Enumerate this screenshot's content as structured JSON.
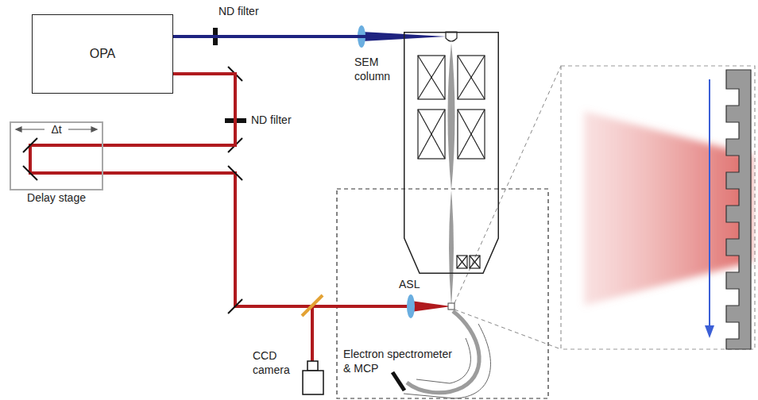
{
  "diagram": {
    "nodes": [
      {
        "text": [
          "OPA"
        ]
      },
      {
        "text": [
          "Δt",
          "Delay stage"
        ]
      },
      {
        "text": [
          "SEM column"
        ]
      },
      {
        "text": [
          "CCD camera"
        ]
      },
      {
        "text": [
          "Electron spectrometer & MCP"
        ]
      }
    ],
    "edges": [
      {
        "from": 0,
        "to": 2,
        "arrow": "none"
      },
      {
        "from": 0,
        "to": 1,
        "arrow": "none"
      }
    ],
    "labels": [
      "ND filter",
      "ND filter",
      "ASL"
    ]
  }
}
